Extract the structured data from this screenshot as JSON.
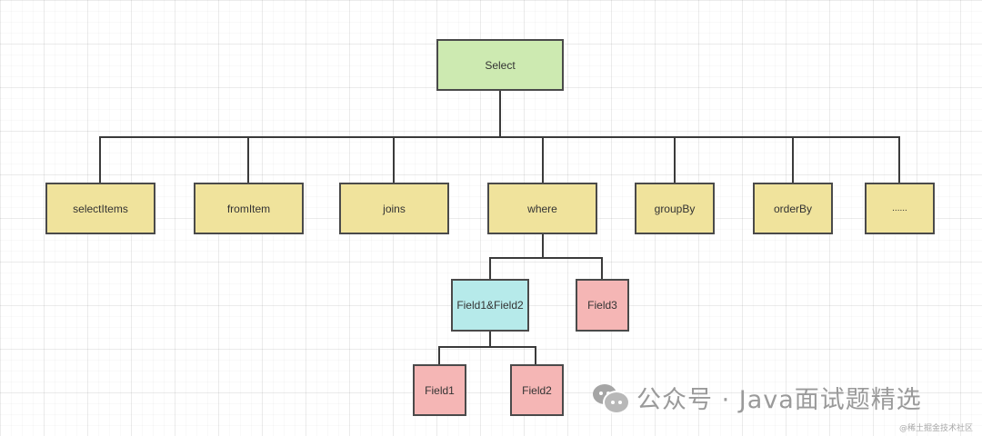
{
  "diagram": {
    "root": {
      "label": "Select",
      "color": "#cdeab1"
    },
    "children": [
      {
        "label": "selectItems",
        "color": "#f0e39c"
      },
      {
        "label": "fromItem",
        "color": "#f0e39c"
      },
      {
        "label": "joins",
        "color": "#f0e39c"
      },
      {
        "label": "where",
        "color": "#f0e39c"
      },
      {
        "label": "groupBy",
        "color": "#f0e39c"
      },
      {
        "label": "orderBy",
        "color": "#f0e39c"
      },
      {
        "label": "......",
        "color": "#f0e39c"
      }
    ],
    "where_children": [
      {
        "label": "Field1&Field2",
        "color": "#b6eaea"
      },
      {
        "label": "Field3",
        "color": "#f5b6b5"
      }
    ],
    "field12_children": [
      {
        "label": "Field1",
        "color": "#f5b6b5"
      },
      {
        "label": "Field2",
        "color": "#f5b6b5"
      }
    ]
  },
  "watermark": {
    "text": "公众号 · Java面试题精选",
    "icon": "wechat-icon",
    "credit": "@稀土掘金技术社区"
  }
}
